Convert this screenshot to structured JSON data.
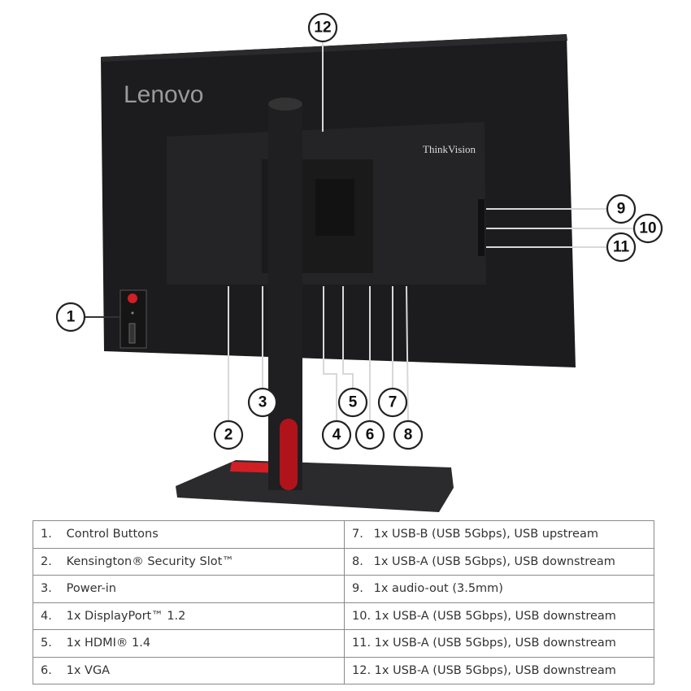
{
  "illustration": {
    "brand_logo": "Lenovo",
    "model_logo": "ThinkVision",
    "callouts": [
      "1",
      "2",
      "3",
      "4",
      "5",
      "6",
      "7",
      "8",
      "9",
      "10",
      "11",
      "12"
    ]
  },
  "legend": {
    "left": [
      {
        "num": "1.",
        "text": "Control Buttons"
      },
      {
        "num": "2.",
        "text": "Kensington® Security Slot™"
      },
      {
        "num": "3.",
        "text": "Power-in"
      },
      {
        "num": "4.",
        "text": "1x DisplayPort™ 1.2"
      },
      {
        "num": "5.",
        "text": "1x HDMI® 1.4"
      },
      {
        "num": "6.",
        "text": "1x VGA"
      }
    ],
    "right": [
      {
        "num": "7.",
        "text": "1x USB-B (USB 5Gbps), USB upstream"
      },
      {
        "num": "8.",
        "text": "1x USB-A (USB 5Gbps), USB downstream"
      },
      {
        "num": "9.",
        "text": "1x audio-out (3.5mm)"
      },
      {
        "num": "10.",
        "text": "1x USB-A (USB 5Gbps), USB downstream"
      },
      {
        "num": "11.",
        "text": "1x USB-A (USB 5Gbps), USB downstream"
      },
      {
        "num": "12.",
        "text": "1x USB-A (USB 5Gbps), USB downstream"
      }
    ]
  },
  "colors": {
    "accent_red": "#d01f25",
    "body": "#1d1d1f"
  }
}
